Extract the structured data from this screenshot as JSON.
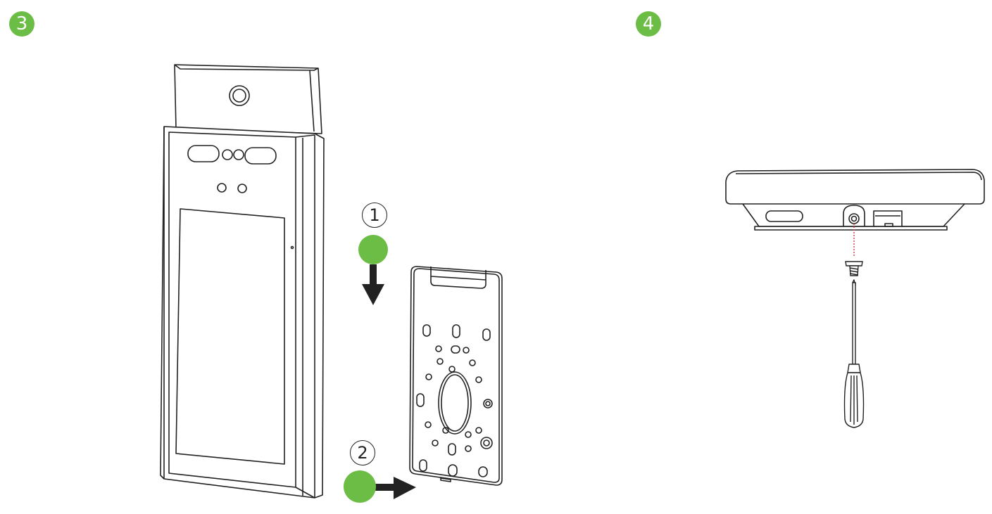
{
  "steps": [
    {
      "number": "3"
    },
    {
      "number": "4"
    }
  ],
  "substeps": [
    {
      "label": "1"
    },
    {
      "label": "2"
    }
  ],
  "colors": {
    "accent_green": "#6cbd45",
    "line": "#222222",
    "screw_guide": "#d23b3b"
  }
}
